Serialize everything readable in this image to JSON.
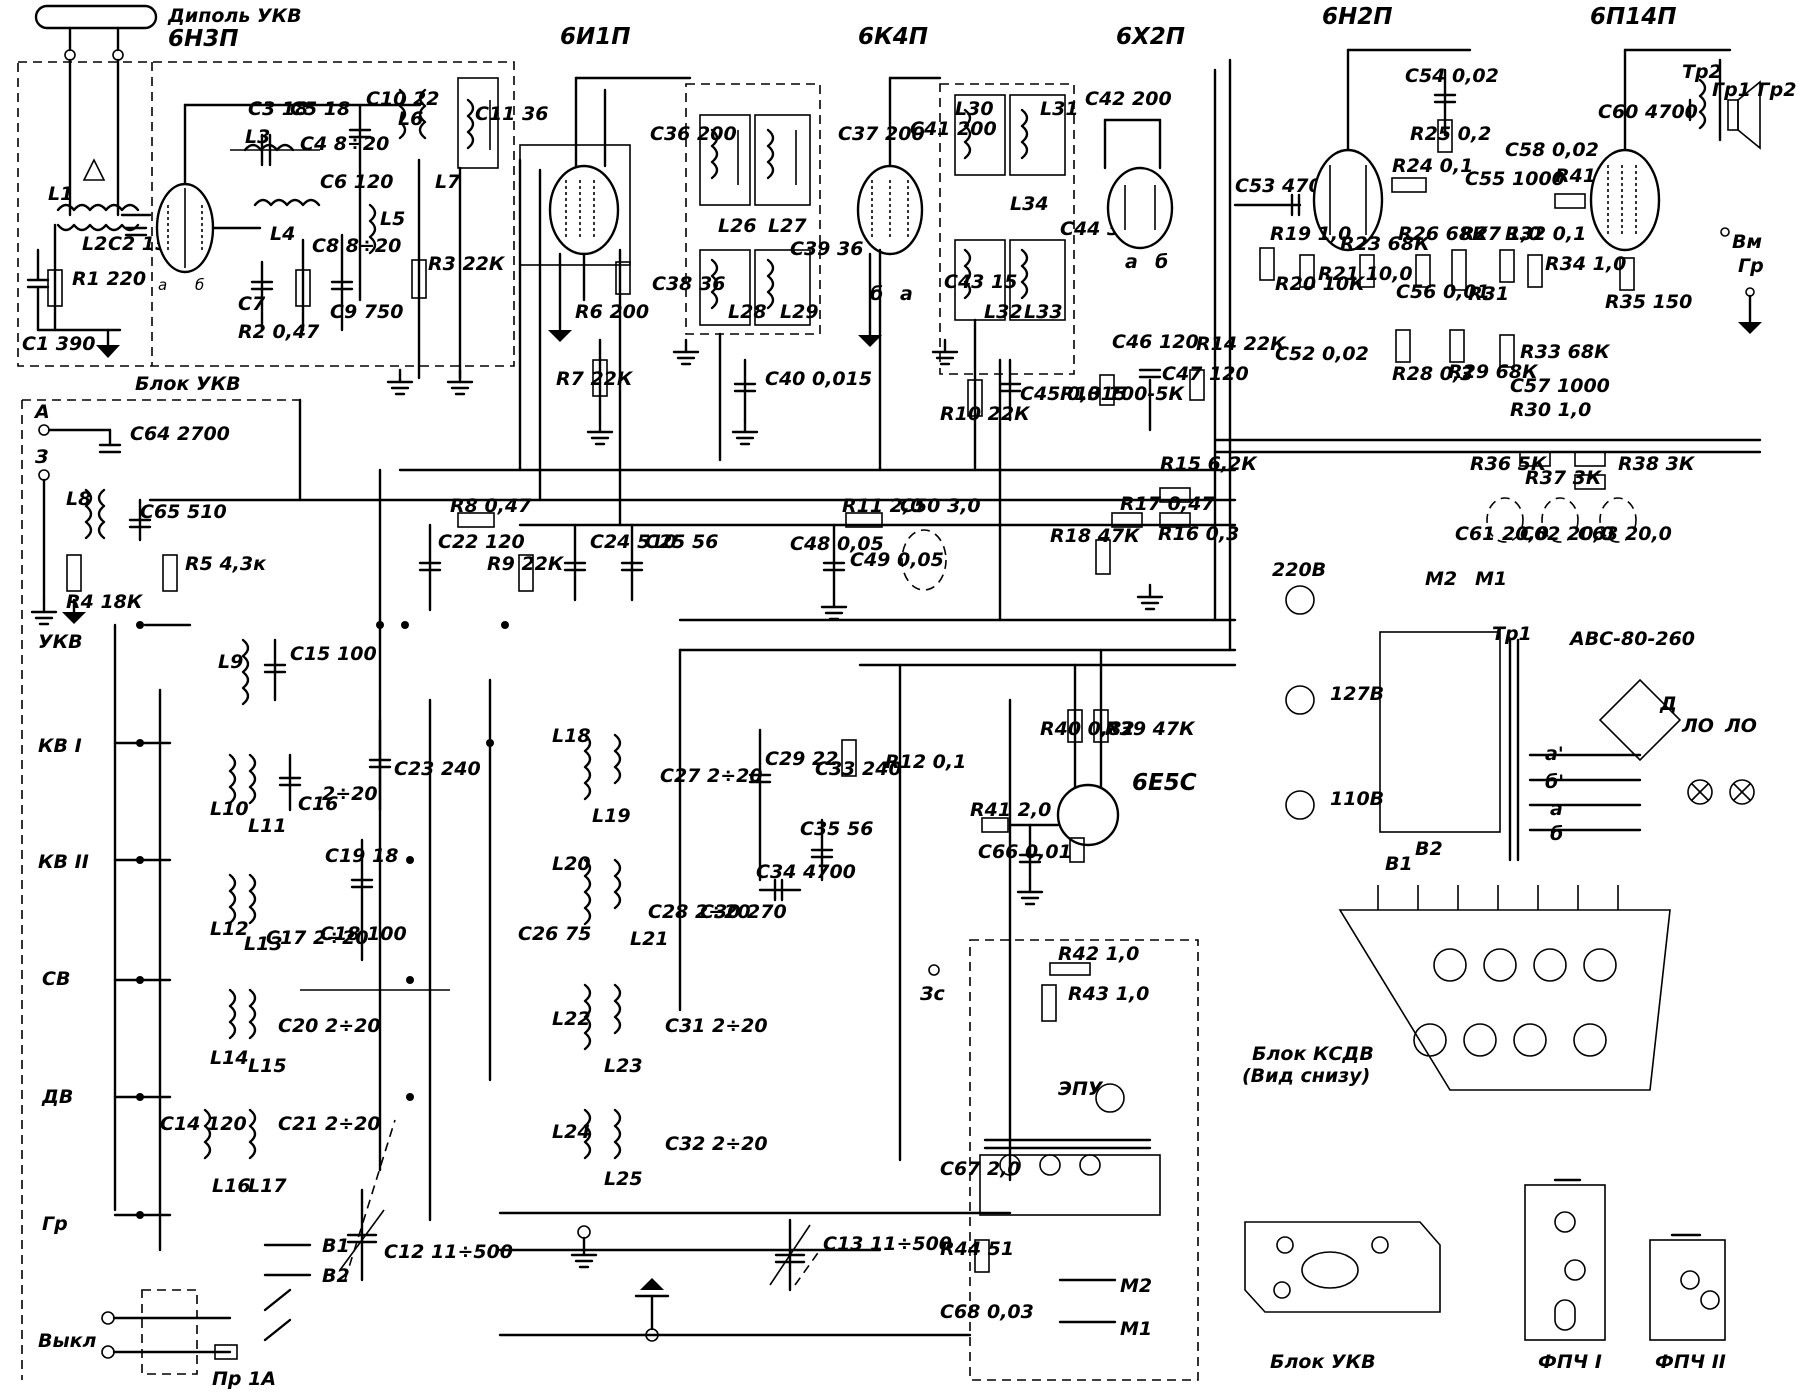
{
  "tubes": {
    "t1": "6Н3П",
    "t2": "6И1П",
    "t3": "6К4П",
    "t4": "6Х2П",
    "t5": "6Н2П",
    "t6": "6П14П",
    "t7": "6Е5С"
  },
  "labels": {
    "dipole": "Диполь УКВ",
    "vhf_block": "Блок УКВ",
    "ant_a": "А",
    "ant_z": "З",
    "vhf": "УКВ",
    "kv1": "КВ I",
    "kv2": "КВ II",
    "sv": "СВ",
    "dv": "ДВ",
    "gr": "Гр",
    "off": "Выкл",
    "fuse": "Пр 1А",
    "b1": "В1",
    "b2": "В2",
    "m1": "М1",
    "m2": "М2",
    "zs": "Зс",
    "epu": "ЭПУ",
    "tr1": "Тр1",
    "tr2": "Тр2",
    "rectifier": "АВС-80-260",
    "diode": "Д",
    "lamp": "ЛО",
    "ksdv": "Блок КСДВ",
    "ksdv_sub": "(Вид снизу)",
    "vhf_block_bottom": "Блок УКВ",
    "fpch1": "ФПЧ I",
    "fpch2": "ФПЧ II",
    "v220": "220В",
    "v127": "127В",
    "v110": "110В",
    "gr1gr2": "Гр1 Гр2",
    "vm": "Вм"
  },
  "components": {
    "c64": "С64 2700",
    "l8": "L8",
    "c65": "С65 510",
    "r4": "R4 18К",
    "r5": "R5 4,3к",
    "l1": "L1",
    "l2": "L2",
    "c2": "С2 15",
    "r1": "R1 220",
    "c1": "С1 390",
    "l3": "L3",
    "l4": "L4",
    "c3": "С3 18",
    "c5": "С5 18",
    "c4": "С4 8÷20",
    "c6": "С6 120",
    "c8": "С8 8÷20",
    "c9": "С9 750",
    "c7": "С7",
    "r2": "R2 0,47",
    "c10": "С10 22",
    "l6": "L6",
    "l5": "L5",
    "c11": "С11 36",
    "l7": "L7",
    "r3": "R3 22К",
    "r6": "R6 200",
    "r7": "R7 22К",
    "c36": "С36 200",
    "c37": "С37 200",
    "l26": "L26",
    "l27": "L27",
    "c38": "С38 36",
    "l28": "L28",
    "c39": "С39 36",
    "l29": "L29",
    "c40": "С40 0,015",
    "c41": "С41 200",
    "l30": "L30",
    "l31": "L31",
    "c42": "С42 200",
    "c43": "С43 15",
    "l32": "L32",
    "l33": "L33",
    "l34": "L34",
    "c44": "С44 36",
    "r10": "R10 22К",
    "c45": "С45 0,015",
    "c46": "С46 120",
    "c47": "С47 120",
    "r14": "R14 22К",
    "r13": "R13 100-5К",
    "r8": "R8 0,47",
    "r9": "R9 22К",
    "c22": "С22 120",
    "c24": "С24 510",
    "c25": "С25 56",
    "r11": "R11 2,0",
    "c50": "С50 3,0",
    "c48": "С48 0,05",
    "c49": "С49 0,05",
    "r15": "R15 6,2К",
    "r17": "R17 0,47",
    "r16": "R16 0,3",
    "r18": "R18 47К",
    "r40": "R40 0,82",
    "r39": "R39 47К",
    "r41": "R41 2,0",
    "c66": "С66 0,01",
    "c53": "С53 4700",
    "c54": "С54 0,02",
    "r25": "R25 0,2",
    "r24": "R24 0,1",
    "c55": "С55 1000",
    "r19": "R19 1,0",
    "r20": "R20 10К",
    "r21": "R21 10,0",
    "r23": "R23 68К",
    "c52": "С52 0,02",
    "r26": "R26 68К",
    "c56": "С56 0,01",
    "r27": "R27 1,0",
    "r31": "R31",
    "r28": "R28 0,3",
    "r29": "R29 68К",
    "r32": "R32 0,1",
    "c58": "С58 0,02",
    "r41b": "R41 0,1",
    "r34": "R34 1,0",
    "r33": "R33 68К",
    "c57": "С57 1000",
    "r30": "R30 1,0",
    "c60": "С60 4700",
    "r35": "R35 150",
    "r36": "R36 5К",
    "r37": "R37 3К",
    "r38": "R38 3К",
    "c61": "С61 20,0",
    "c62": "С62 20,0",
    "c63": "С63 20,0",
    "l9": "L9",
    "c15": "С15 100",
    "l10": "L10",
    "l11": "L11",
    "c16": "С16",
    "c23": "С23 240",
    "c2020": "2÷20",
    "l12": "L12",
    "l13": "L13",
    "c17": "С17 2÷20",
    "c18": "С18 100",
    "c19": "С19 18",
    "l14": "L14",
    "l15": "L15",
    "c20": "С20 2÷20",
    "c14": "С14 120",
    "l16": "L16",
    "l17": "L17",
    "c21": "С21 2÷20",
    "c12": "С12 11÷500",
    "l18": "L18",
    "l19": "L19",
    "c27": "С27 2÷20",
    "c29": "С29 22",
    "c33": "С33 240",
    "r12": "R12 0,1",
    "c35": "С35 56",
    "l20": "L20",
    "l21": "L21",
    "c26": "С26 75",
    "c28": "С28 2÷20",
    "c30": "С30 270",
    "c34": "С34 4700",
    "l22": "L22",
    "l23": "L23",
    "c31": "С31 2÷20",
    "l24": "L24",
    "l25": "L25",
    "c32": "С32 2÷20",
    "c13": "С13 11÷500",
    "r42": "R42 1,0",
    "r43": "R43 1,0",
    "c67": "С67 2,0",
    "r44": "R44 51",
    "c68": "С68 0,03",
    "a_prime": "а'",
    "b_prime": "б'",
    "a_out": "а",
    "b_out": "б"
  }
}
